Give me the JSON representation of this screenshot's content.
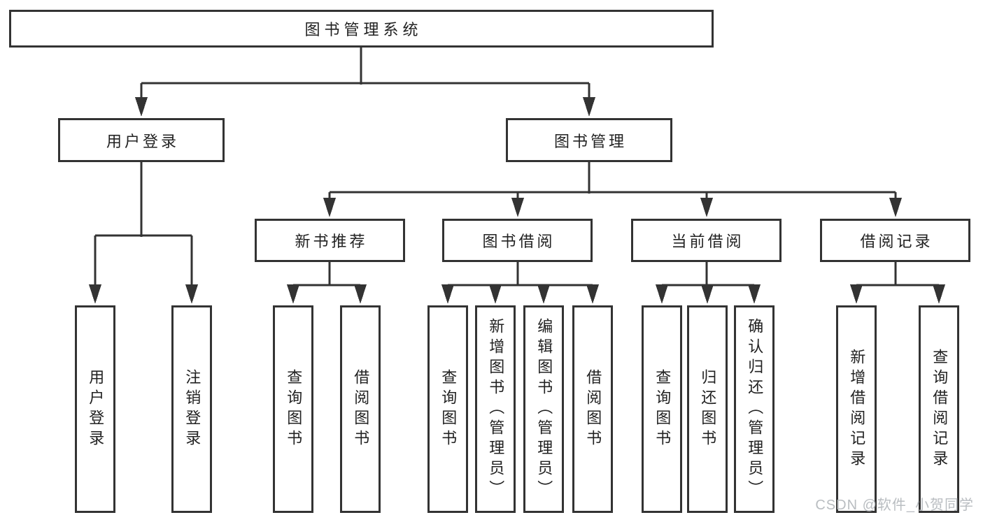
{
  "title": {
    "label": "图书管理系统"
  },
  "branches": [
    {
      "label": "用户登录",
      "children": [
        {
          "label": "用户登录"
        },
        {
          "label": "注销登录"
        }
      ]
    },
    {
      "label": "图书管理",
      "sections": [
        {
          "label": "新书推荐",
          "children": [
            {
              "label": "查询图书"
            },
            {
              "label": "借阅图书"
            }
          ]
        },
        {
          "label": "图书借阅",
          "children": [
            {
              "label": "查询图书"
            },
            {
              "label": "新增图书（管理员）"
            },
            {
              "label": "编辑图书（管理员）"
            },
            {
              "label": "借阅图书"
            }
          ]
        },
        {
          "label": "当前借阅",
          "children": [
            {
              "label": "查询图书"
            },
            {
              "label": "归还图书"
            },
            {
              "label": "确认归还（管理员）"
            }
          ]
        },
        {
          "label": "借阅记录",
          "children": [
            {
              "label": "新增借阅记录"
            },
            {
              "label": "查询借阅记录"
            }
          ]
        }
      ]
    }
  ],
  "watermark": {
    "text": "CSDN @软件_小贺同学"
  },
  "colors": {
    "line": "#333333",
    "node_border": "#333333",
    "node_text": "#222222",
    "watermark_text": "#b9bdc1",
    "background": "#ffffff"
  }
}
